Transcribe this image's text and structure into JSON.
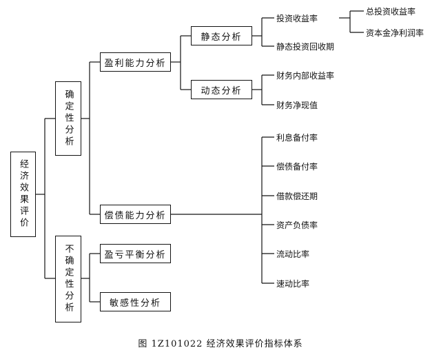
{
  "root": "经济效果评价",
  "certain": "确定性分析",
  "uncertain": "不确定性分析",
  "profit": "盈利能力分析",
  "solvency": "偿债能力分析",
  "breakeven": "盈亏平衡分析",
  "sensitivity": "敏感性分析",
  "static": "静态分析",
  "dynamic": "动态分析",
  "static_items": [
    "投资收益率",
    "静态投资回收期"
  ],
  "roi_items": [
    "总投资收益率",
    "资本金净利润率"
  ],
  "dynamic_items": [
    "财务内部收益率",
    "财务净现值"
  ],
  "solvency_items": [
    "利息备付率",
    "偿债备付率",
    "借款偿还期",
    "资产负债率",
    "流动比率",
    "速动比率"
  ],
  "caption": "图 1Z101022   经济效果评价指标体系"
}
